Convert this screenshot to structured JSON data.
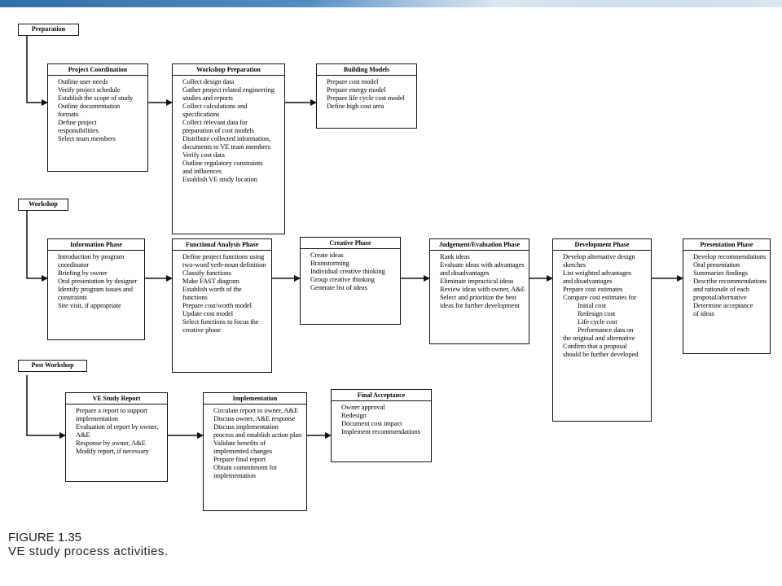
{
  "stage_labels": {
    "preparation": "Preparation",
    "workshop": "Workshop",
    "post_workshop": "Post Workshop"
  },
  "boxes": {
    "project_coordination": {
      "title": "Project Coordination",
      "items": [
        "Outline user needs",
        "Verify project schedule",
        "Establish the scope of study",
        "Outline documentation",
        "formats",
        "Define project",
        "responsibilities",
        "Select team members"
      ]
    },
    "workshop_preparation": {
      "title": "Workshop Preparation",
      "items": [
        "Collect design data",
        "Gather project related engineering",
        "studies and reports",
        "Collect calculations and",
        "specifications",
        "Collect relevant data for",
        "preparation of cost models",
        "Distribute collected information,",
        "documents to VE team members",
        "Verify cost data",
        "Outline regulatory constraints",
        "and influences",
        "Establish VE study location"
      ]
    },
    "building_models": {
      "title": "Building Models",
      "items": [
        "Prepare cost model",
        "Prepare energy model",
        "Prepare life cycle cost model",
        "Define high cost area"
      ]
    },
    "information_phase": {
      "title": "Information Phase",
      "items": [
        "Introduction by program",
        "coordinator",
        "Briefing by owner",
        "Oral presentation by designer",
        "Identify program issues and",
        "constraints",
        "Site visit, if appropriate"
      ]
    },
    "functional_analysis_phase": {
      "title": "Functional Analysis Phase",
      "items": [
        "Define project functions using",
        "two-word verb-noun definition",
        "Classify functions",
        "Make FAST diagram",
        "Establish worth of the",
        "functions",
        "Prepare cost/worth model",
        "Update cost model",
        "Select functions to focus the",
        "creative phase"
      ]
    },
    "creative_phase": {
      "title": "Creative Phase",
      "items": [
        "Create ideas",
        "Brainstorming",
        "Individual creative thinking",
        "Group creative thinking",
        "Generate list of ideas"
      ]
    },
    "judgement_evaluation_phase": {
      "title": "Judgement/Evaluation Phase",
      "items": [
        "Rank ideas",
        "Evaluate ideas with advantages",
        "and disadvantages",
        "Eliminate impractical ideas",
        "Review ideas with owner, A&E",
        "Select and prioritize the best",
        "ideas for further development"
      ]
    },
    "development_phase": {
      "title": "Development Phase",
      "items": [
        "Develop alternative design",
        "sketches",
        "List weighted advantages",
        "and disadvantages",
        "Prepare cost estimates",
        "Compare cost estimates for",
        "Initial cost",
        "Redesign cost",
        "Life cycle cost",
        "Performance data on",
        "the original and alternative",
        "Confirm that a proposal",
        "should be further developed"
      ]
    },
    "presentation_phase": {
      "title": "Presentation Phase",
      "items": [
        "Develop recommendations",
        "Oral presentation",
        "Summarize findings",
        "Describe recommendations",
        "and rationale of each",
        "proposal/alternative",
        "Determine acceptance",
        "of ideas"
      ]
    },
    "ve_study_report": {
      "title": "VE Study Report",
      "items": [
        "Prepare a report to support",
        "implementation",
        "Evaluation of report by owner,",
        "A&E",
        "Response by owner, A&E",
        "Modify report, if necessary"
      ]
    },
    "implementation": {
      "title": "Implementation",
      "items": [
        "Circulate report to owner, A&E",
        "Discuss owner, A&E response",
        "Discuss implementation",
        "process and establish action plan",
        "Validate benefits of",
        "implemented changes",
        "Prepare final report",
        "Obtain commitment for",
        "implementation"
      ]
    },
    "final_acceptance": {
      "title": "Final Acceptance",
      "items": [
        "Owner approval",
        "Redesign",
        "Document cost impact",
        "Implement recommendations"
      ]
    }
  },
  "caption": {
    "figure_number": "FIGURE 1.35",
    "text": "VE study process activities."
  }
}
